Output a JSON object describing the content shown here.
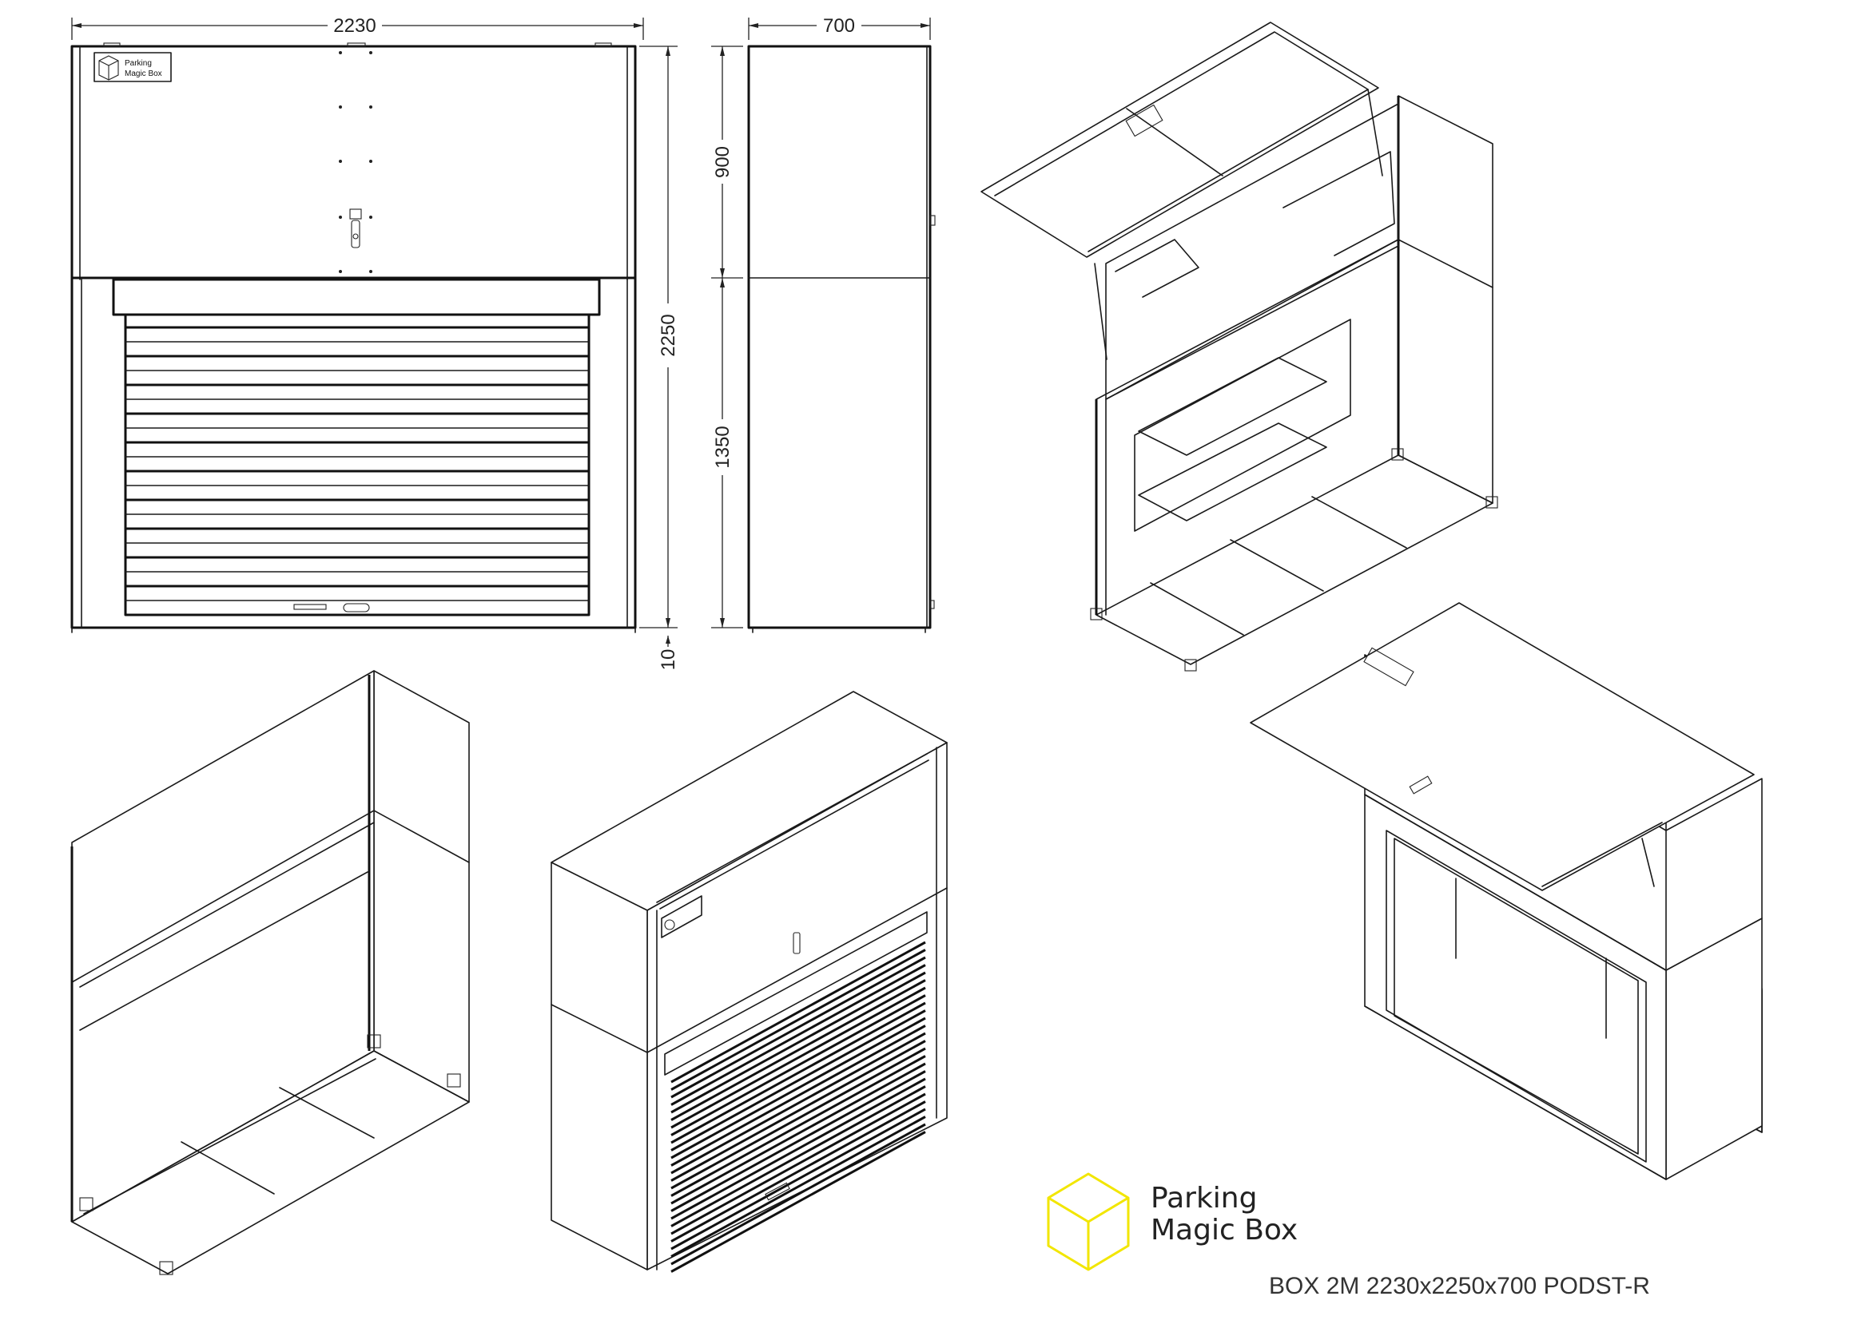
{
  "dimensions": {
    "width": "2230",
    "depth": "700",
    "height_top": "900",
    "height_total": "2250",
    "height_bottom": "1350",
    "ground_gap": "10"
  },
  "logo": {
    "line1": "Parking",
    "line2": "Magic Box",
    "small_line1": "Parking",
    "small_line2": "Magic Box",
    "accent_color": "#f2e600"
  },
  "model_label": "BOX 2M 2230x2250x700 PODST-R",
  "views": [
    "front-elevation",
    "side-elevation",
    "isometric-open-rear",
    "isometric-frame",
    "isometric-closed",
    "isometric-open-flap"
  ]
}
